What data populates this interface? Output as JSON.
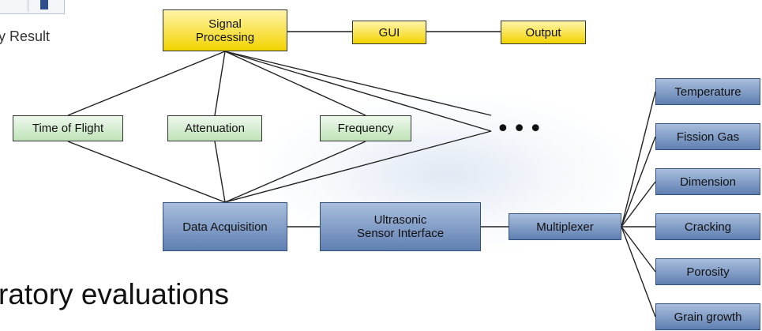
{
  "fragments": {
    "top_left_text": "y Result",
    "bottom_left_text": "ratory evaluations"
  },
  "diagram": {
    "processing": {
      "signal_processing": "Signal\nProcessing",
      "gui": "GUI",
      "output": "Output"
    },
    "measurements": {
      "time_of_flight": "Time of Flight",
      "attenuation": "Attenuation",
      "frequency": "Frequency",
      "more": "•••"
    },
    "hardware": {
      "data_acquisition": "Data Acquisition",
      "sensor_interface": "Ultrasonic\nSensor Interface",
      "multiplexer": "Multiplexer"
    },
    "sensors": {
      "temperature": "Temperature",
      "fission_gas": "Fission Gas",
      "dimension": "Dimension",
      "cracking": "Cracking",
      "porosity": "Porosity",
      "grain_growth": "Grain growth"
    }
  },
  "colors": {
    "yellow_box": "#f2d400",
    "green_box": "#bfe3b8",
    "blue_box": "#5f7fb2",
    "connector": "#222222"
  }
}
